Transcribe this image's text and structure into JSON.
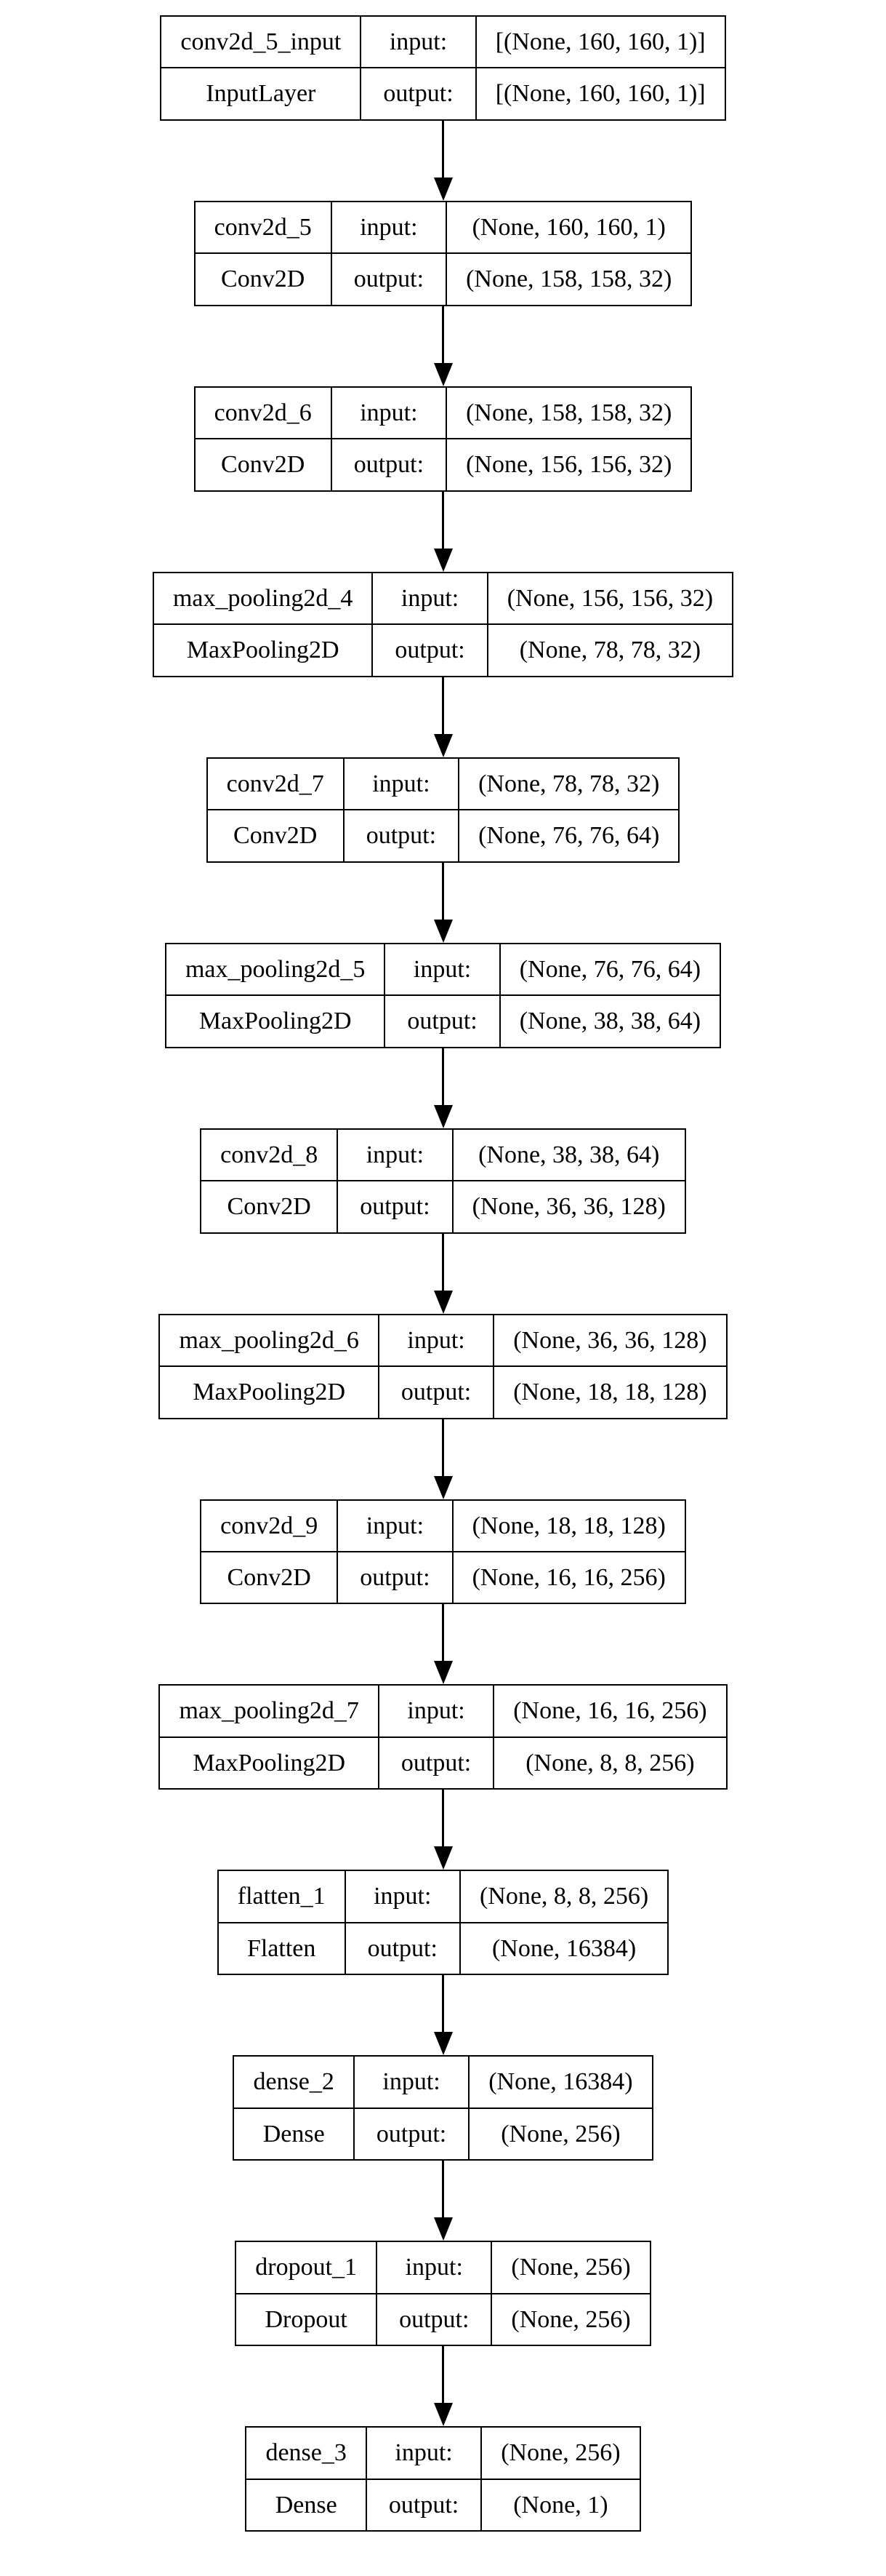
{
  "diagram": {
    "kind": "keras-model-plot",
    "background_color": "#ffffff",
    "border_color": "#000000",
    "text_color": "#000000",
    "arrow_color": "#000000"
  },
  "labels": {
    "input": "input:",
    "output": "output:"
  },
  "nodes": [
    {
      "name": "conv2d_5_input",
      "type": "InputLayer",
      "input_shape": "[(None, 160, 160, 1)]",
      "output_shape": "[(None, 160, 160, 1)]"
    },
    {
      "name": "conv2d_5",
      "type": "Conv2D",
      "input_shape": "(None, 160, 160, 1)",
      "output_shape": "(None, 158, 158, 32)"
    },
    {
      "name": "conv2d_6",
      "type": "Conv2D",
      "input_shape": "(None, 158, 158, 32)",
      "output_shape": "(None, 156, 156, 32)"
    },
    {
      "name": "max_pooling2d_4",
      "type": "MaxPooling2D",
      "input_shape": "(None, 156, 156, 32)",
      "output_shape": "(None, 78, 78, 32)"
    },
    {
      "name": "conv2d_7",
      "type": "Conv2D",
      "input_shape": "(None, 78, 78, 32)",
      "output_shape": "(None, 76, 76, 64)"
    },
    {
      "name": "max_pooling2d_5",
      "type": "MaxPooling2D",
      "input_shape": "(None, 76, 76, 64)",
      "output_shape": "(None, 38, 38, 64)"
    },
    {
      "name": "conv2d_8",
      "type": "Conv2D",
      "input_shape": "(None, 38, 38, 64)",
      "output_shape": "(None, 36, 36, 128)"
    },
    {
      "name": "max_pooling2d_6",
      "type": "MaxPooling2D",
      "input_shape": "(None, 36, 36, 128)",
      "output_shape": "(None, 18, 18, 128)"
    },
    {
      "name": "conv2d_9",
      "type": "Conv2D",
      "input_shape": "(None, 18, 18, 128)",
      "output_shape": "(None, 16, 16, 256)"
    },
    {
      "name": "max_pooling2d_7",
      "type": "MaxPooling2D",
      "input_shape": "(None, 16, 16, 256)",
      "output_shape": "(None, 8, 8, 256)"
    },
    {
      "name": "flatten_1",
      "type": "Flatten",
      "input_shape": "(None, 8, 8, 256)",
      "output_shape": "(None, 16384)"
    },
    {
      "name": "dense_2",
      "type": "Dense",
      "input_shape": "(None, 16384)",
      "output_shape": "(None, 256)"
    },
    {
      "name": "dropout_1",
      "type": "Dropout",
      "input_shape": "(None, 256)",
      "output_shape": "(None, 256)"
    },
    {
      "name": "dense_3",
      "type": "Dense",
      "input_shape": "(None, 256)",
      "output_shape": "(None, 1)"
    }
  ]
}
